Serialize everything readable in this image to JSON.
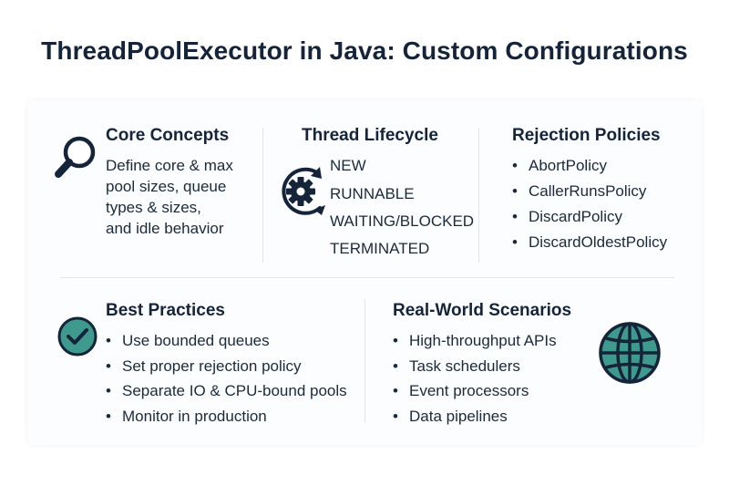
{
  "title": "ThreadPoolExecutor in Java: Custom Configurations",
  "core_concepts": {
    "heading": "Core Concepts",
    "lines": [
      "Define core & max",
      "pool sizes, queue",
      "types & sizes,",
      "and idle behavior"
    ],
    "icon": "magnifier-icon"
  },
  "thread_lifecycle": {
    "heading": "Thread Lifecycle",
    "states": [
      "NEW",
      "RUNNABLE",
      "WAITING/BLOCKED",
      "TERMINATED"
    ],
    "icon": "gear-cycle-icon"
  },
  "rejection_policies": {
    "heading": "Rejection Policies",
    "items": [
      "AbortPolicy",
      "CallerRunsPolicy",
      "DiscardPolicy",
      "DiscardOldestPolicy"
    ]
  },
  "best_practices": {
    "heading": "Best Practices",
    "items": [
      "Use bounded queues",
      "Set proper rejection policy",
      "Separate IO & CPU-bound pools",
      "Monitor in production"
    ],
    "icon": "check-circle-icon"
  },
  "real_world": {
    "heading": "Real-World Scenarios",
    "items": [
      "High-throughput APIs",
      "Task schedulers",
      "Event processors",
      "Data pipelines"
    ],
    "icon": "globe-icon"
  },
  "colors": {
    "accent": "#3f9a8e",
    "dark": "#16243a"
  }
}
